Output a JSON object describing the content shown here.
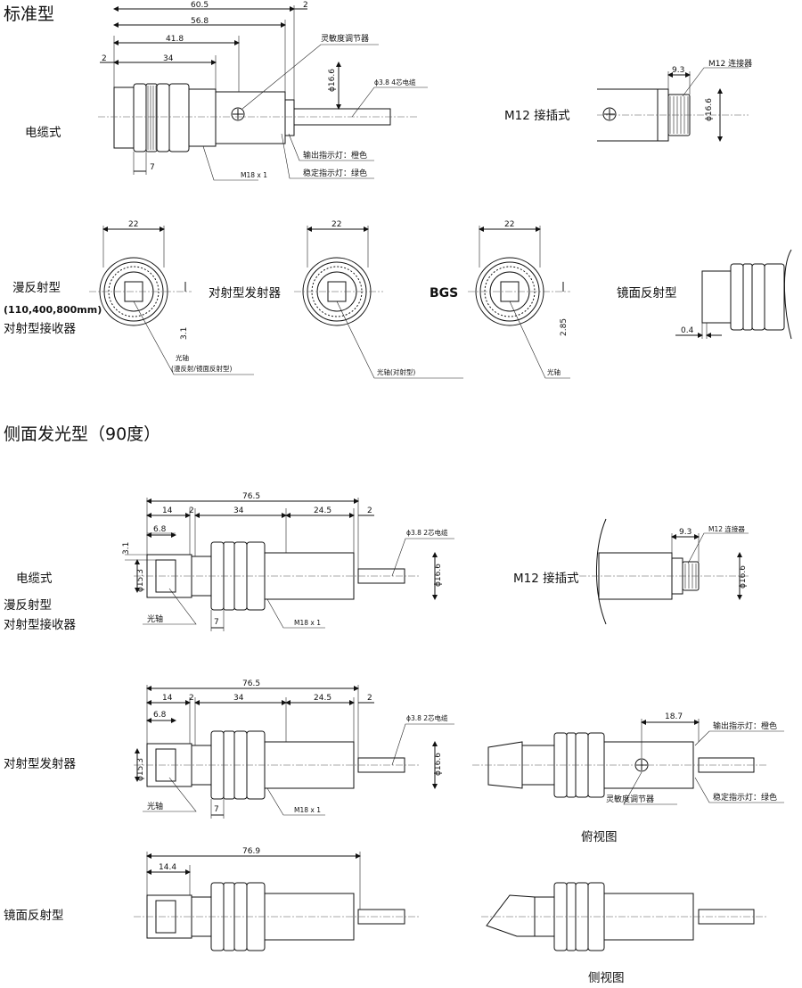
{
  "section_titles": {
    "standard": "标准型",
    "side": "侧面发光型（90度）"
  },
  "labels": {
    "cable_type": "电缆式",
    "m12_type": "M12 接插式",
    "diffuse": "漫反射型",
    "diffuse_range": "(110,400,800mm)",
    "through_receiver": "对射型接收器",
    "through_emitter": "对射型发射器",
    "bgs": "BGS",
    "retro": "镜面反射型",
    "top_view": "俯视图",
    "side_view": "侧视图"
  },
  "annotations": {
    "sensitivity_adjuster": "灵敏度调节器",
    "cable_4core": "ϕ3.8 4芯电缆",
    "cable_2core": "ϕ3.8 2芯电缆",
    "output_led": "输出指示灯：橙色",
    "stable_led": "稳定指示灯：绿色",
    "thread": "M18 x 1",
    "m12_connector": "M12 连接器",
    "optical_axis_diffuse": "光轴\n(漫反射/镜面反射型)",
    "optical_axis_diffuse_l1": "光轴",
    "optical_axis_diffuse_l2": "(漫反射/镜面反射型)",
    "optical_axis_through": "光轴(对射型)",
    "optical_axis": "光轴"
  },
  "dimensions": {
    "std_len_total": "60.5",
    "std_len_2": "2",
    "std_len_body": "56.8",
    "std_len_418": "41.8",
    "std_len_34": "34",
    "std_len_2b": "2",
    "std_dia": "ϕ16.6",
    "std_nut": "7",
    "m12_len": "9.3",
    "m12_dia": "ϕ16.6",
    "face_22a": "22",
    "face_22b": "22",
    "face_22c": "22",
    "offset_31": "3.1",
    "offset_285": "2.85",
    "retro_04": "0.4",
    "side_total": "76.5",
    "side_14": "14",
    "side_2a": "2",
    "side_34": "34",
    "side_245": "24.5",
    "side_2b": "2",
    "side_68": "6.8",
    "side_31": "3.1",
    "side_153": "ϕ15.3",
    "side_166": "ϕ16.6",
    "side_7": "7",
    "side_m12_93": "9.3",
    "side_m12_dia": "ϕ16.6",
    "top_187": "18.7",
    "retro_total": "76.9",
    "retro_144": "14.4"
  }
}
